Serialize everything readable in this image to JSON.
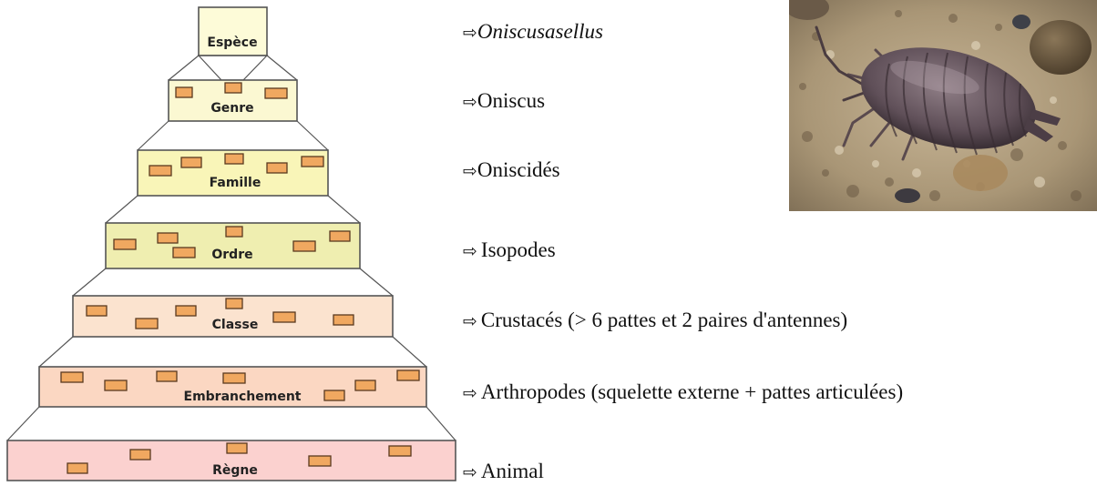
{
  "pyramid": {
    "levels": [
      {
        "label": "Espèce"
      },
      {
        "label": "Genre"
      },
      {
        "label": "Famille"
      },
      {
        "label": "Ordre"
      },
      {
        "label": "Classe"
      },
      {
        "label": "Embranchement"
      },
      {
        "label": "Règne"
      }
    ]
  },
  "colors": {
    "espece": "#fdfbd8",
    "genre": "#fbf8d2",
    "famille": "#f9f5b8",
    "ordre": "#efeeb0",
    "classe": "#fbe3cf",
    "embranchement": "#fbd7c2",
    "regne": "#fbd1cf",
    "mini_box": "#f0a860"
  },
  "ranks": [
    {
      "arrow": "⇨",
      "text": "Oniscusasellus",
      "italic": true
    },
    {
      "arrow": "⇨",
      "text": "Oniscus"
    },
    {
      "arrow": "⇨",
      "text": "Oniscidés"
    },
    {
      "arrow": "⇨",
      "text": "Isopodes"
    },
    {
      "arrow": "⇨",
      "text": "Crustacés (> 6 pattes et 2 paires d'antennes)"
    },
    {
      "arrow": "⇨",
      "text": "Arthropodes (squelette externe + pattes articulées)"
    },
    {
      "arrow": "⇨",
      "text": "Animal"
    }
  ],
  "photo": {
    "subject": "woodlouse-photo"
  }
}
